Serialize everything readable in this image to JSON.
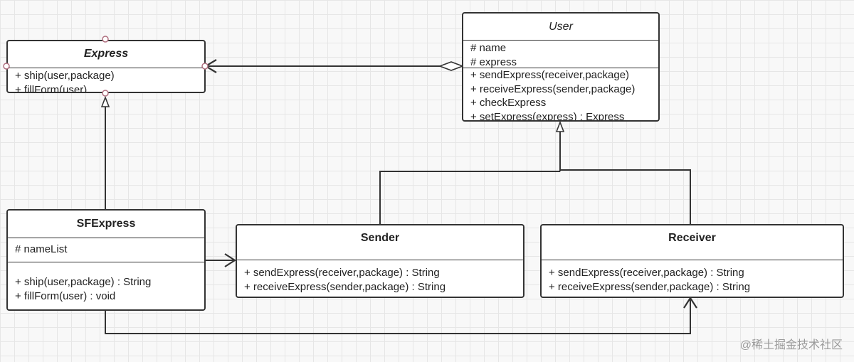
{
  "classes": {
    "express": {
      "name": "Express",
      "methods": [
        "+ ship(user,package)",
        "+ fillForm(user)"
      ]
    },
    "user": {
      "name": "User",
      "attributes": [
        "# name",
        "# express"
      ],
      "methods": [
        "+ sendExpress(receiver,package)",
        "+ receiveExpress(sender,package)",
        "+ checkExpress",
        "+ setExpress(express) : Express"
      ]
    },
    "sfexpress": {
      "name": "SFExpress",
      "attributes": [
        "# nameList"
      ],
      "methods": [
        "+ ship(user,package) : String",
        "+ fillForm(user) : void"
      ]
    },
    "sender": {
      "name": "Sender",
      "methods": [
        "+ sendExpress(receiver,package) : String",
        "+ receiveExpress(sender,package) : String"
      ]
    },
    "receiver": {
      "name": "Receiver",
      "methods": [
        "+ sendExpress(receiver,package) : String",
        "+ receiveExpress(sender,package) : String"
      ]
    }
  },
  "relations": [
    {
      "from": "user",
      "to": "express",
      "kind": "aggregation"
    },
    {
      "from": "sfexpress",
      "to": "express",
      "kind": "generalization"
    },
    {
      "from": "sender",
      "to": "user",
      "kind": "generalization"
    },
    {
      "from": "receiver",
      "to": "user",
      "kind": "generalization"
    },
    {
      "from": "sfexpress",
      "to": "sender",
      "kind": "association"
    },
    {
      "from": "sfexpress",
      "to": "receiver",
      "kind": "association"
    }
  ],
  "watermark": "@稀土掘金技术社区",
  "colors": {
    "line": "#333333",
    "handle": "#b07080",
    "grid": "#e6e6e6"
  }
}
